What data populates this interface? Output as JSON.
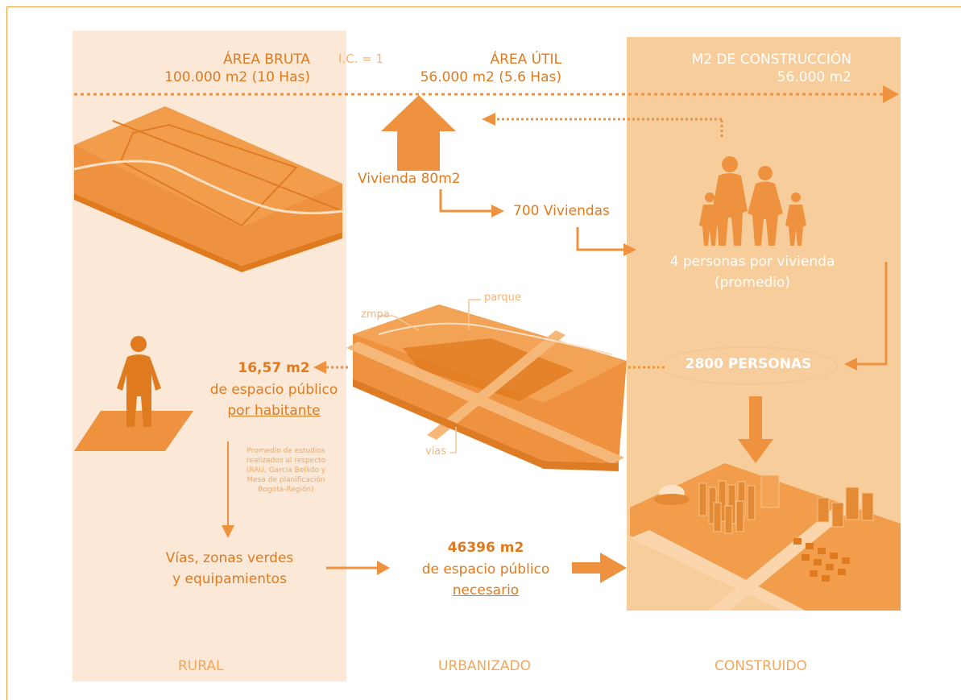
{
  "colors": {
    "accent": "#ee9240",
    "dark": "#e07a1e",
    "light": "#f7c996",
    "pale": "#fbe8d6"
  },
  "header": {
    "area_bruta_label": "ÁREA BRUTA",
    "area_bruta_value": "100.000 m2 (10 Has)",
    "ic": "I.C. = 1",
    "area_util_label": "ÁREA ÚTIL",
    "area_util_value": "56.000 m2 (5.6 Has)",
    "m2_label": "M2 DE CONSTRUCCIÓN",
    "m2_value": "56.000 m2"
  },
  "flow": {
    "vivienda": "Vivienda 80m2",
    "viviendas": "700 Viviendas",
    "personas_line1": "4 personas por vivienda",
    "personas_line2": "(promedio)",
    "total_personas": "2800 PERSONAS",
    "espacio_value": "16,57 m2",
    "espacio_line2": "de espacio  público",
    "espacio_line3": "por habitante",
    "note": [
      "Promedio de estudios",
      "realizados al respecto",
      "(RAU, Garcia Bellido y",
      "Mesa de planificación",
      "Bogotá-Región)"
    ],
    "vias_line1": "Vías, zonas verdes",
    "vias_line2": "y equipamientos",
    "necesario_value": "46396 m2",
    "necesario_line2": "de espacio público",
    "necesario_line3": "necesario"
  },
  "map_labels": {
    "zmpa": "zmpa",
    "parque": "parque",
    "vias": "vías"
  },
  "footer": {
    "rural": "RURAL",
    "urbanizado": "URBANIZADO",
    "construido": "CONSTRUIDO"
  }
}
